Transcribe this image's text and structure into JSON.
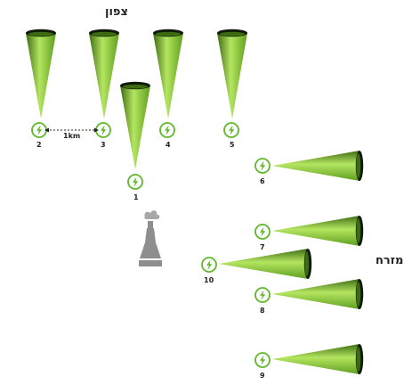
{
  "labels": {
    "north": "צפון",
    "east": "מזרח",
    "distance": "1km"
  },
  "colors": {
    "cone_light": "#b4e560",
    "cone_mid": "#7fc42c",
    "cone_dark": "#3d6b12",
    "cone_mouth": "#101a08",
    "icon_green": "#5fb82a",
    "plant_gray": "#8e8e8e"
  },
  "icons": {
    "turbine": "lightning-bolt-circle-icon",
    "plant": "power-plant-icon"
  },
  "stations": [
    {
      "id": "1",
      "label": "1",
      "facing": "north"
    },
    {
      "id": "2",
      "label": "2",
      "facing": "north"
    },
    {
      "id": "3",
      "label": "3",
      "facing": "north"
    },
    {
      "id": "4",
      "label": "4",
      "facing": "north"
    },
    {
      "id": "5",
      "label": "5",
      "facing": "north"
    },
    {
      "id": "6",
      "label": "6",
      "facing": "east"
    },
    {
      "id": "7",
      "label": "7",
      "facing": "east"
    },
    {
      "id": "8",
      "label": "8",
      "facing": "east"
    },
    {
      "id": "9",
      "label": "9",
      "facing": "east"
    },
    {
      "id": "10",
      "label": "10",
      "facing": "east"
    }
  ]
}
